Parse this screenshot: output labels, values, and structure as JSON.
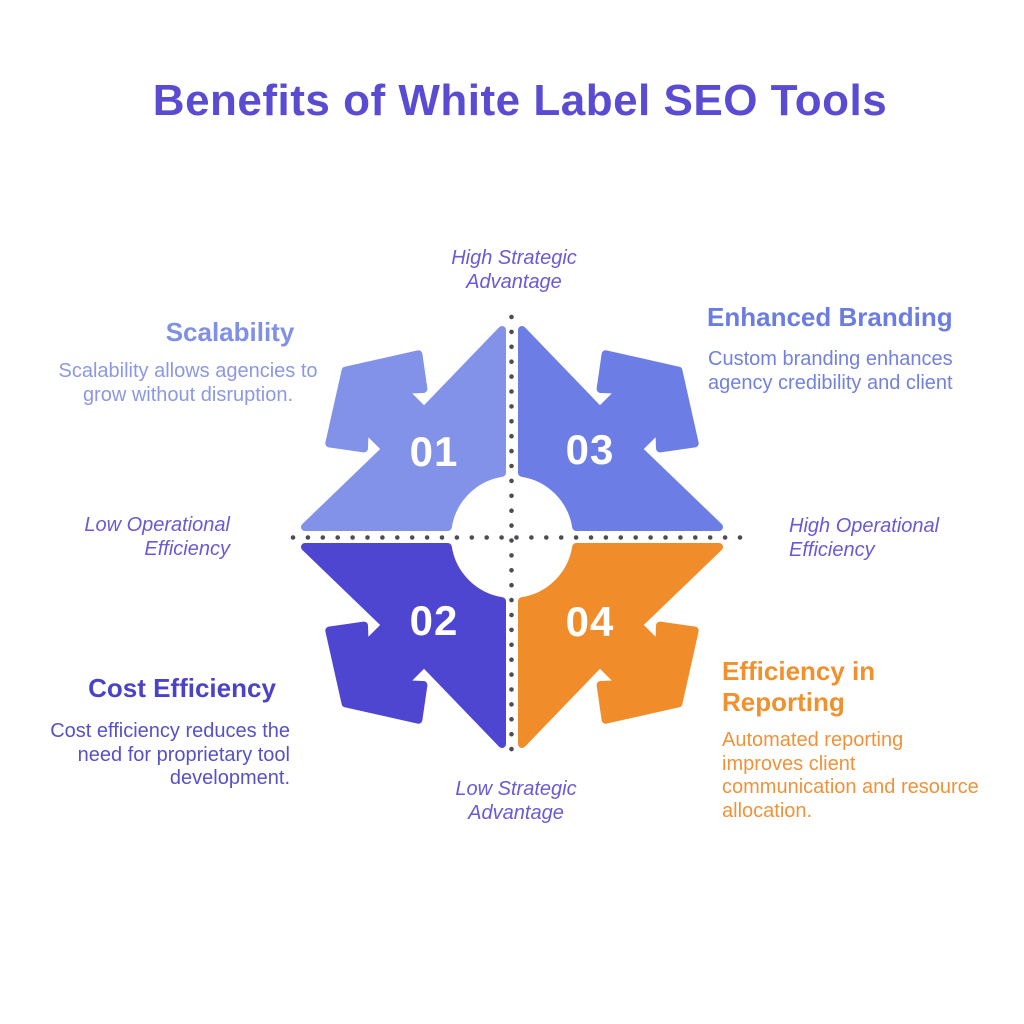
{
  "title": {
    "text": "Benefits of White Label SEO Tools",
    "color": "#5a4bd3"
  },
  "axis_labels": {
    "color": "#6a5ad6",
    "top": "High Strategic\nAdvantage",
    "right": "High Operational\nEfficiency",
    "bottom": "Low Strategic\nAdvantage",
    "left": "Low Operational\nEfficiency"
  },
  "diagram": {
    "type": "four-quadrant-arrow-matrix",
    "dot_color": "#4c4c55",
    "number_color": "#ffffff",
    "center_circle_color": "#ffffff"
  },
  "quadrants": [
    {
      "number": "01",
      "heading": "Scalability",
      "body": "Scalability allows agencies to\ngrow without disruption.",
      "color": "#8292e9",
      "heading_color": "#8090e7",
      "body_color": "#8c98e4",
      "position": "top-left"
    },
    {
      "number": "02",
      "heading": "Cost Efficiency",
      "body": "Cost efficiency reduces the\nneed for proprietary tool\ndevelopment.",
      "color": "#4e45d0",
      "heading_color": "#4a42c7",
      "body_color": "#5751c8",
      "position": "bottom-left"
    },
    {
      "number": "03",
      "heading": "Enhanced Branding",
      "body": "Custom branding enhances\nagency credibility and client",
      "color": "#6c7ee6",
      "heading_color": "#6b7ce2",
      "body_color": "#7381de",
      "position": "top-right"
    },
    {
      "number": "04",
      "heading": "Efficiency in\nReporting",
      "body": "Automated reporting\nimproves client\ncommunication and resource\nallocation.",
      "color": "#f08c2a",
      "heading_color": "#f0912e",
      "body_color": "#f0923a",
      "position": "bottom-right"
    }
  ]
}
